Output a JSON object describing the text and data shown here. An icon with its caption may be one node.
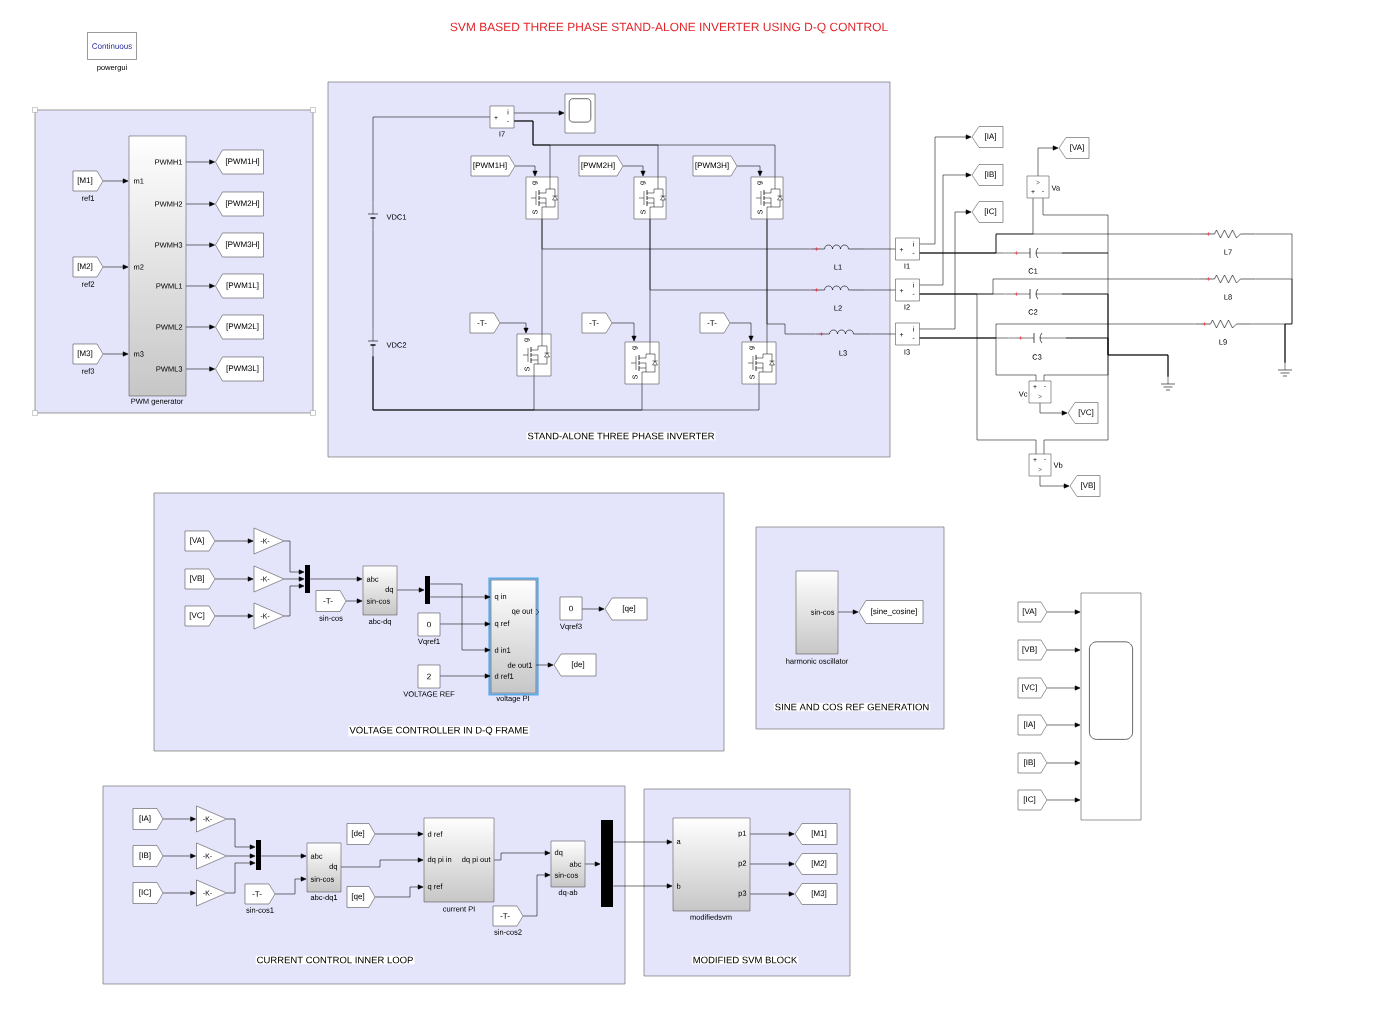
{
  "diagram": {
    "title": "SVM BASED THREE PHASE STAND-ALONE INVERTER USING D-Q CONTROL",
    "nodes": [
      {
        "text": [
          "Continuous"
        ],
        "beside": [
          "powergui"
        ]
      },
      {
        "text": [],
        "shape": "box"
      },
      {
        "text": [
          "[M1]"
        ],
        "in": 1,
        "beside": [
          "ref1"
        ]
      },
      {
        "text": [
          "[M2]"
        ],
        "in": 1,
        "beside": [
          "ref2"
        ]
      },
      {
        "text": [
          "[M3]"
        ],
        "in": 1,
        "beside": [
          "ref3"
        ]
      },
      {
        "text": [
          "m1",
          "m2",
          "m3",
          "PWMH1",
          "PWMH2",
          "PWMH3",
          "PWML1",
          "PWML2",
          "PWML3"
        ],
        "in": 1,
        "beside": [
          "PWM generator"
        ]
      },
      {
        "text": [
          "[PWM1H]"
        ],
        "in": 1
      },
      {
        "text": [
          "[PWM2H]"
        ],
        "in": 1
      },
      {
        "text": [
          "[PWM3H]"
        ],
        "in": 1
      },
      {
        "text": [
          "[PWM1L]"
        ],
        "in": 1
      },
      {
        "text": [
          "[PWM2L]"
        ],
        "in": 1
      },
      {
        "text": [
          "[PWM3L]"
        ],
        "in": 1
      },
      {
        "text": [
          "STAND-ALONE THREE PHASE INVERTER"
        ]
      },
      {
        "text": [
          "+",
          "i",
          "-"
        ],
        "in": 12,
        "beside": [
          "I7"
        ]
      },
      {
        "text": [],
        "shape": "box",
        "in": 12
      },
      {
        "text": [
          "VDC1"
        ],
        "in": 12
      },
      {
        "text": [
          "VDC2"
        ],
        "in": 12
      },
      {
        "text": [
          "[PWM1H]"
        ],
        "in": 12
      },
      {
        "text": [
          "[PWM2H]"
        ],
        "in": 12
      },
      {
        "text": [
          "[PWM3H]"
        ],
        "in": 12
      },
      {
        "text": [
          "g",
          "S"
        ],
        "in": 12
      },
      {
        "text": [
          "g",
          "S"
        ],
        "in": 12
      },
      {
        "text": [
          "g",
          "S"
        ],
        "in": 12
      },
      {
        "text": [
          "-T-"
        ],
        "in": 12
      },
      {
        "text": [
          "-T-"
        ],
        "in": 12
      },
      {
        "text": [
          "-T-"
        ],
        "in": 12
      },
      {
        "text": [
          "g",
          "S"
        ],
        "in": 12
      },
      {
        "text": [
          "g",
          "S"
        ],
        "in": 12
      },
      {
        "text": [
          "g",
          "S"
        ],
        "in": 12
      },
      {
        "text": [
          "L1"
        ],
        "in": 12
      },
      {
        "text": [
          "L2"
        ],
        "in": 12
      },
      {
        "text": [
          "L3"
        ],
        "in": 12
      },
      {
        "text": [
          "+",
          "i",
          "-"
        ],
        "beside": [
          "I1"
        ]
      },
      {
        "text": [
          "+",
          "i",
          "-"
        ],
        "beside": [
          "I2"
        ]
      },
      {
        "text": [
          "+",
          "i",
          "-"
        ],
        "beside": [
          "I3"
        ]
      },
      {
        "text": [
          "[IA]"
        ]
      },
      {
        "text": [
          "[IB]"
        ]
      },
      {
        "text": [
          "[IC]"
        ]
      },
      {
        "text": [
          "+",
          "-"
        ],
        "beside": [
          "Va"
        ]
      },
      {
        "text": [
          "[VA]"
        ]
      },
      {
        "text": [
          "C1"
        ]
      },
      {
        "text": [
          "C2"
        ]
      },
      {
        "text": [
          "C3"
        ]
      },
      {
        "text": [
          "L7"
        ]
      },
      {
        "text": [
          "L8"
        ]
      },
      {
        "text": [
          "L9"
        ]
      },
      {
        "text": [
          "+",
          "-"
        ],
        "beside": [
          "Vc"
        ]
      },
      {
        "text": [
          "[VC]"
        ]
      },
      {
        "text": [
          "+",
          "-"
        ],
        "beside": [
          "Vb"
        ]
      },
      {
        "text": [
          "[VB]"
        ]
      },
      {
        "text": [],
        "shape": "ground"
      },
      {
        "text": [],
        "shape": "ground"
      },
      {
        "text": [
          "VOLTAGE CONTROLLER IN D-Q FRAME"
        ]
      },
      {
        "text": [
          "[VA]"
        ],
        "in": 52
      },
      {
        "text": [
          "[VB]"
        ],
        "in": 52
      },
      {
        "text": [
          "[VC]"
        ],
        "in": 52
      },
      {
        "text": [
          "-K-"
        ],
        "in": 52
      },
      {
        "text": [
          "-K-"
        ],
        "in": 52
      },
      {
        "text": [
          "-K-"
        ],
        "in": 52
      },
      {
        "text": [],
        "shape": "bar",
        "in": 52
      },
      {
        "text": [
          "-T-"
        ],
        "in": 52,
        "beside": [
          "sin-cos"
        ]
      },
      {
        "text": [
          "abc",
          "dq",
          "sin-cos"
        ],
        "in": 52,
        "beside": [
          "abc-dq"
        ]
      },
      {
        "text": [],
        "shape": "bar",
        "in": 52
      },
      {
        "text": [
          "0"
        ],
        "in": 52,
        "beside": [
          "Vqref1"
        ]
      },
      {
        "text": [
          "2"
        ],
        "in": 52,
        "beside": [
          "VOLTAGE REF"
        ]
      },
      {
        "text": [
          "q in",
          "qe out",
          "q ref",
          "d in1",
          "de out1",
          "d ref1"
        ],
        "in": 52,
        "beside": [
          "voltage PI"
        ]
      },
      {
        "text": [
          "[de]"
        ],
        "in": 52
      },
      {
        "text": [
          "0"
        ],
        "in": 52,
        "beside": [
          "Vqref3"
        ]
      },
      {
        "text": [
          "[qe]"
        ],
        "in": 52
      },
      {
        "text": [
          "SINE AND COS REF GENERATION"
        ]
      },
      {
        "text": [
          "sin-cos"
        ],
        "in": 69,
        "beside": [
          "harmonic oscillator"
        ]
      },
      {
        "text": [
          "[sine_cosine]"
        ],
        "in": 69
      },
      {
        "text": [
          "[VA]"
        ]
      },
      {
        "text": [
          "[VB]"
        ]
      },
      {
        "text": [
          "[VC]"
        ]
      },
      {
        "text": [
          "[IA]"
        ]
      },
      {
        "text": [
          "[IB]"
        ]
      },
      {
        "text": [
          "[IC]"
        ]
      },
      {
        "text": [],
        "shape": "box"
      },
      {
        "text": [
          "CURRENT CONTROL INNER LOOP"
        ]
      },
      {
        "text": [
          "[IA]"
        ],
        "in": 79
      },
      {
        "text": [
          "[IB]"
        ],
        "in": 79
      },
      {
        "text": [
          "[IC]"
        ],
        "in": 79
      },
      {
        "text": [
          "-K-"
        ],
        "in": 79
      },
      {
        "text": [
          "-K-"
        ],
        "in": 79
      },
      {
        "text": [
          "-K-"
        ],
        "in": 79
      },
      {
        "text": [],
        "shape": "bar",
        "in": 79
      },
      {
        "text": [
          "-T-"
        ],
        "in": 79,
        "beside": [
          "sin-cos1"
        ]
      },
      {
        "text": [
          "abc",
          "dq",
          "sin-cos"
        ],
        "in": 79,
        "beside": [
          "abc-dq1"
        ]
      },
      {
        "text": [
          "[de]"
        ],
        "in": 79
      },
      {
        "text": [
          "[qe]"
        ],
        "in": 79
      },
      {
        "text": [
          "d ref",
          "dq pi in",
          "dq pi out",
          "q ref"
        ],
        "in": 79,
        "beside": [
          "current PI"
        ]
      },
      {
        "text": [
          "-T-"
        ],
        "in": 79,
        "beside": [
          "sin-cos2"
        ]
      },
      {
        "text": [
          "dq",
          "abc",
          "sin-cos"
        ],
        "in": 79,
        "beside": [
          "dq-ab"
        ]
      },
      {
        "text": [],
        "shape": "bar",
        "in": 79
      },
      {
        "text": [
          "MODIFIED SVM BLOCK"
        ]
      },
      {
        "text": [
          "a",
          "b",
          "p1",
          "p2",
          "p3"
        ],
        "in": 95,
        "beside": [
          "modifiedsvm"
        ]
      },
      {
        "text": [
          "[M1]"
        ],
        "in": 95
      },
      {
        "text": [
          "[M2]"
        ],
        "in": 95
      },
      {
        "text": [
          "[M3]"
        ],
        "in": 95
      }
    ],
    "edges": [
      {
        "from": 2,
        "to": 5,
        "arrow": "to"
      },
      {
        "from": 3,
        "to": 5,
        "arrow": "to"
      },
      {
        "from": 4,
        "to": 5,
        "arrow": "to"
      },
      {
        "from": 5,
        "to": 6,
        "arrow": "to"
      },
      {
        "from": 5,
        "to": 7,
        "arrow": "to"
      },
      {
        "from": 5,
        "to": 8,
        "arrow": "to"
      },
      {
        "from": 5,
        "to": 9,
        "arrow": "to"
      },
      {
        "from": 5,
        "to": 10,
        "arrow": "to"
      },
      {
        "from": 5,
        "to": 11,
        "arrow": "to"
      },
      {
        "from": 13,
        "to": 14,
        "arrow": "to"
      },
      {
        "from": 15,
        "to": 13,
        "arrow": "none"
      },
      {
        "from": 13,
        "to": 20,
        "arrow": "none"
      },
      {
        "from": 13,
        "to": 21,
        "arrow": "none"
      },
      {
        "from": 13,
        "to": 22,
        "arrow": "none"
      },
      {
        "from": 17,
        "to": 20,
        "arrow": "to"
      },
      {
        "from": 18,
        "to": 21,
        "arrow": "to"
      },
      {
        "from": 19,
        "to": 22,
        "arrow": "to"
      },
      {
        "from": 20,
        "to": 26,
        "arrow": "none"
      },
      {
        "from": 21,
        "to": 27,
        "arrow": "none"
      },
      {
        "from": 22,
        "to": 28,
        "arrow": "none"
      },
      {
        "from": 23,
        "to": 26,
        "arrow": "to"
      },
      {
        "from": 24,
        "to": 27,
        "arrow": "to"
      },
      {
        "from": 25,
        "to": 28,
        "arrow": "to"
      },
      {
        "from": 20,
        "to": 29,
        "arrow": "none"
      },
      {
        "from": 21,
        "to": 30,
        "arrow": "none"
      },
      {
        "from": 22,
        "to": 31,
        "arrow": "none"
      },
      {
        "from": 15,
        "to": 16,
        "arrow": "none"
      },
      {
        "from": 16,
        "to": 26,
        "arrow": "none"
      },
      {
        "from": 16,
        "to": 27,
        "arrow": "none"
      },
      {
        "from": 16,
        "to": 28,
        "arrow": "none"
      },
      {
        "from": 29,
        "to": 32,
        "arrow": "none"
      },
      {
        "from": 30,
        "to": 33,
        "arrow": "none"
      },
      {
        "from": 31,
        "to": 34,
        "arrow": "none"
      },
      {
        "from": 32,
        "to": 35,
        "arrow": "to"
      },
      {
        "from": 33,
        "to": 36,
        "arrow": "to"
      },
      {
        "from": 34,
        "to": 37,
        "arrow": "to"
      },
      {
        "from": 32,
        "to": 40,
        "arrow": "none"
      },
      {
        "from": 33,
        "to": 41,
        "arrow": "none"
      },
      {
        "from": 34,
        "to": 42,
        "arrow": "none"
      },
      {
        "from": 32,
        "to": 43,
        "arrow": "none"
      },
      {
        "from": 33,
        "to": 44,
        "arrow": "none"
      },
      {
        "from": 34,
        "to": 45,
        "arrow": "none"
      },
      {
        "from": 32,
        "to": 38,
        "arrow": "none"
      },
      {
        "from": 40,
        "to": 38,
        "arrow": "none"
      },
      {
        "from": 38,
        "to": 39,
        "arrow": "to"
      },
      {
        "from": 40,
        "to": 50,
        "arrow": "none"
      },
      {
        "from": 41,
        "to": 50,
        "arrow": "none"
      },
      {
        "from": 42,
        "to": 50,
        "arrow": "none"
      },
      {
        "from": 43,
        "to": 51,
        "arrow": "none"
      },
      {
        "from": 44,
        "to": 51,
        "arrow": "none"
      },
      {
        "from": 45,
        "to": 51,
        "arrow": "none"
      },
      {
        "from": 34,
        "to": 46,
        "arrow": "none"
      },
      {
        "from": 42,
        "to": 46,
        "arrow": "none"
      },
      {
        "from": 46,
        "to": 47,
        "arrow": "to"
      },
      {
        "from": 33,
        "to": 48,
        "arrow": "none"
      },
      {
        "from": 41,
        "to": 48,
        "arrow": "none"
      },
      {
        "from": 48,
        "to": 49,
        "arrow": "to"
      },
      {
        "from": 53,
        "to": 56,
        "arrow": "to"
      },
      {
        "from": 54,
        "to": 57,
        "arrow": "to"
      },
      {
        "from": 55,
        "to": 58,
        "arrow": "to"
      },
      {
        "from": 56,
        "to": 59,
        "arrow": "to"
      },
      {
        "from": 57,
        "to": 59,
        "arrow": "to"
      },
      {
        "from": 58,
        "to": 59,
        "arrow": "to"
      },
      {
        "from": 59,
        "to": 61,
        "arrow": "to"
      },
      {
        "from": 60,
        "to": 61,
        "arrow": "to"
      },
      {
        "from": 61,
        "to": 62,
        "arrow": "to"
      },
      {
        "from": 62,
        "to": 65,
        "arrow": "to"
      },
      {
        "from": 62,
        "to": 65,
        "arrow": "to"
      },
      {
        "from": 63,
        "to": 65,
        "arrow": "to"
      },
      {
        "from": 64,
        "to": 65,
        "arrow": "to"
      },
      {
        "from": 65,
        "to": 66,
        "arrow": "to"
      },
      {
        "from": 67,
        "to": 68,
        "arrow": "to"
      },
      {
        "from": 70,
        "to": 71,
        "arrow": "to"
      },
      {
        "from": 72,
        "to": 78,
        "arrow": "to"
      },
      {
        "from": 73,
        "to": 78,
        "arrow": "to"
      },
      {
        "from": 74,
        "to": 78,
        "arrow": "to"
      },
      {
        "from": 75,
        "to": 78,
        "arrow": "to"
      },
      {
        "from": 76,
        "to": 78,
        "arrow": "to"
      },
      {
        "from": 77,
        "to": 78,
        "arrow": "to"
      },
      {
        "from": 80,
        "to": 83,
        "arrow": "to"
      },
      {
        "from": 81,
        "to": 84,
        "arrow": "to"
      },
      {
        "from": 82,
        "to": 85,
        "arrow": "to"
      },
      {
        "from": 83,
        "to": 86,
        "arrow": "to"
      },
      {
        "from": 84,
        "to": 86,
        "arrow": "to"
      },
      {
        "from": 85,
        "to": 86,
        "arrow": "to"
      },
      {
        "from": 86,
        "to": 88,
        "arrow": "to"
      },
      {
        "from": 87,
        "to": 88,
        "arrow": "to"
      },
      {
        "from": 88,
        "to": 91,
        "arrow": "to"
      },
      {
        "from": 89,
        "to": 91,
        "arrow": "to"
      },
      {
        "from": 90,
        "to": 91,
        "arrow": "to"
      },
      {
        "from": 91,
        "to": 93,
        "arrow": "to"
      },
      {
        "from": 92,
        "to": 93,
        "arrow": "to"
      },
      {
        "from": 93,
        "to": 94,
        "arrow": "to"
      },
      {
        "from": 94,
        "to": 96,
        "arrow": "to"
      },
      {
        "from": 94,
        "to": 96,
        "arrow": "to"
      },
      {
        "from": 96,
        "to": 97,
        "arrow": "to"
      },
      {
        "from": 96,
        "to": 98,
        "arrow": "to"
      },
      {
        "from": 96,
        "to": 99,
        "arrow": "to"
      }
    ]
  }
}
